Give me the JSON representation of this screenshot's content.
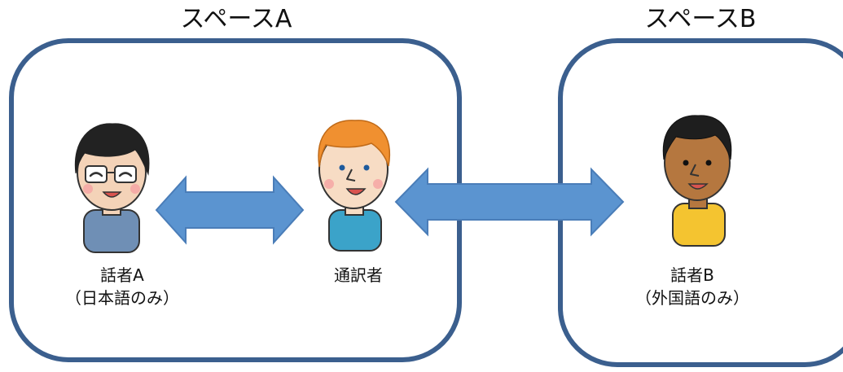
{
  "spaces": {
    "a": {
      "title": "スペースA"
    },
    "b": {
      "title": "スペースB"
    }
  },
  "people": {
    "speaker_a": {
      "name": "話者A",
      "note": "（日本語のみ）"
    },
    "interpreter": {
      "name": "通訳者"
    },
    "speaker_b": {
      "name": "話者B",
      "note": "（外国語のみ）"
    }
  },
  "colors": {
    "space_border": "#3b5f8e",
    "arrow_fill": "#5b94d0",
    "arrow_stroke": "#4a7db8"
  }
}
